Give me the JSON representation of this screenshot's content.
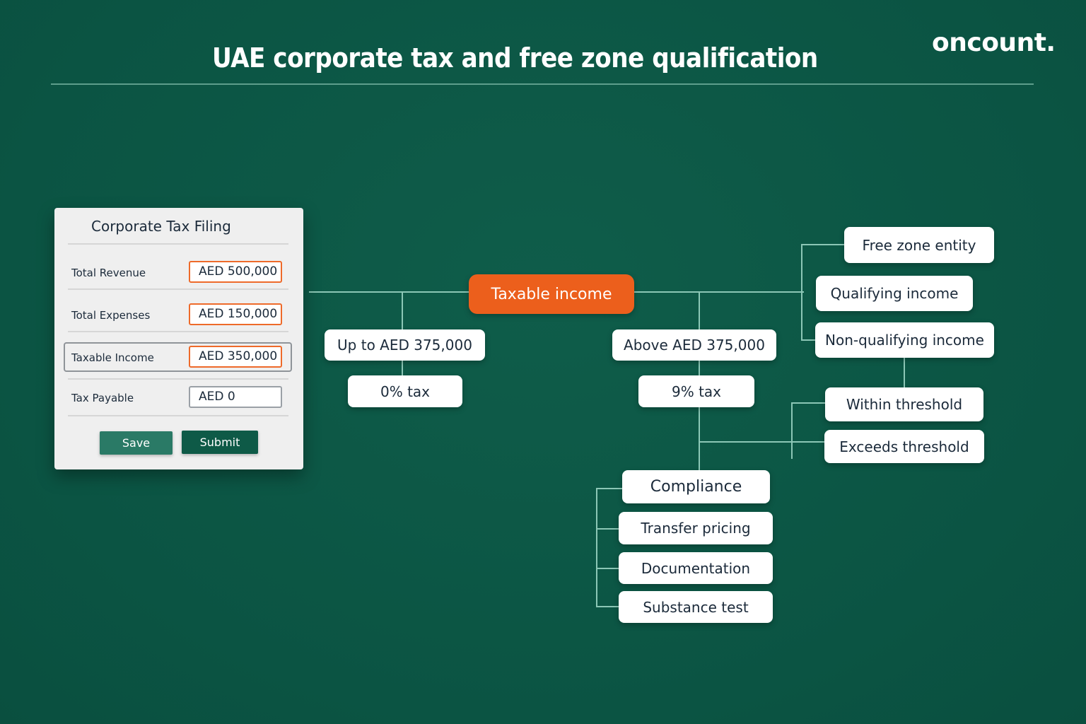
{
  "header": {
    "title": "UAE corporate tax and free zone qualification",
    "brand": "oncount."
  },
  "form": {
    "title": "Corporate Tax Filing",
    "rows": [
      {
        "label": "Total Revenue",
        "value": "AED 500,000"
      },
      {
        "label": "Total Expenses",
        "value": "AED 150,000"
      },
      {
        "label": "Taxable Income",
        "value": "AED 350,000"
      },
      {
        "label": "Tax Payable",
        "value": "AED 0"
      }
    ],
    "save_label": "Save",
    "submit_label": "Submit"
  },
  "diagram": {
    "root": "Taxable income",
    "left_branch": {
      "threshold": "Up to AED 375,000",
      "rate": "0% tax"
    },
    "right_branch": {
      "threshold": "Above AED 375,000",
      "rate": "9% tax"
    },
    "free_zone": {
      "entity": "Free zone entity",
      "qualifying": "Qualifying income",
      "non_qualifying": "Non-qualifying income",
      "within": "Within threshold",
      "exceeds": "Exceeds threshold"
    },
    "obligations": [
      "Compliance",
      "Transfer pricing",
      "Documentation",
      "Substance test"
    ]
  },
  "colors": {
    "background": "#0c5746",
    "accent": "#ec5f1c",
    "connector": "#8cc7b6",
    "node_text": "#1b2a3a"
  }
}
